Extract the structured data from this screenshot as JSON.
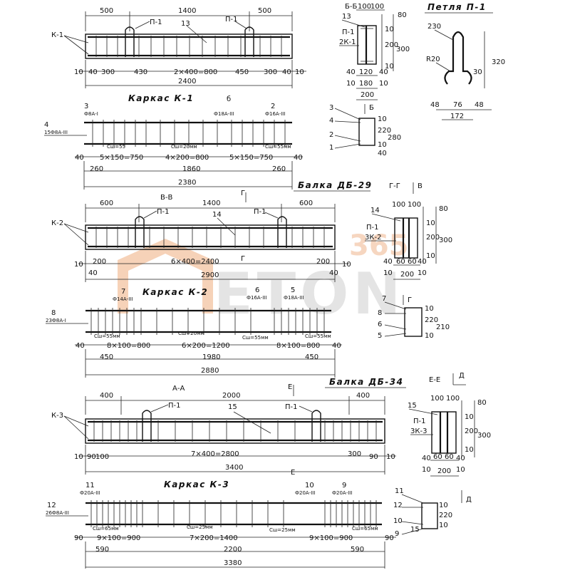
{
  "watermark": {
    "text": "ETON",
    "number": "365",
    "color": "#f2c4a4"
  },
  "titles": {
    "beam_db29": "Балка ДБ-29",
    "beam_db34": "Балка ДБ-34",
    "loop_p1": "Петля П-1",
    "frame_k1": "Каркас К-1",
    "frame_k2": "Каркас К-2",
    "frame_k3": "Каркас К-3"
  },
  "beam1": {
    "top_dims": [
      "500",
      "1400",
      "500"
    ],
    "callouts": [
      "П-1",
      "13",
      "П-1"
    ],
    "side_label": "К-1",
    "bottom_dims": [
      "10",
      "40",
      "300",
      "430",
      "2×400=800",
      "450",
      "300",
      "40",
      "10"
    ],
    "total": "2400"
  },
  "frame1": {
    "pos_labels": [
      "3",
      "б",
      "2"
    ],
    "bars": [
      "Ф8А-I",
      "Ф18А-III",
      "Ф16А-III"
    ],
    "left_labels": [
      "4",
      "15Ф8А-III"
    ],
    "cover_notes": [
      "Сш=55",
      "Сш=20мм",
      "Сш=55мм"
    ],
    "spacing": [
      "40",
      "5×150=750",
      "4×200=800",
      "5×150=750",
      "40"
    ],
    "segments": [
      "260",
      "1860",
      "260"
    ],
    "total": "2380"
  },
  "beam2": {
    "section_mark": "В-В",
    "section_flag": "Г",
    "top_dims": [
      "600",
      "1400",
      "600"
    ],
    "callouts": [
      "П-1",
      "14",
      "П-1"
    ],
    "side_label": "К-2",
    "bottom_dims": [
      "10",
      "40",
      "200",
      "6×400=2400",
      "200",
      "40",
      "10"
    ],
    "total": "2900"
  },
  "frame2": {
    "pos_labels": [
      "7",
      "6",
      "5"
    ],
    "bars": [
      "Ф14А-III",
      "Ф16А-III",
      "Ф18А-III"
    ],
    "left_labels": [
      "8",
      "23Ф8А-I"
    ],
    "cover_notes": [
      "Сш=55мм",
      "Сш=20мм",
      "Сш=55мм",
      "Сш=55мм"
    ],
    "spacing": [
      "40",
      "8×100=800",
      "6×200=1200",
      "8×100=800",
      "40"
    ],
    "segments": [
      "450",
      "1980",
      "450"
    ],
    "total": "2880"
  },
  "beam3": {
    "section_mark": "А-А",
    "section_flag": "Е",
    "top_dims": [
      "400",
      "2000",
      "400"
    ],
    "callouts": [
      "П-1",
      "15",
      "П-1"
    ],
    "side_label": "К-3",
    "bottom_dims": [
      "10",
      "90",
      "100",
      "7×400=2800",
      "300",
      "90",
      "10"
    ],
    "total": "3400"
  },
  "frame3": {
    "pos_labels": [
      "11",
      "10",
      "9"
    ],
    "bars": [
      "Ф20А-III",
      "Ф20А-III",
      "Ф20А-III"
    ],
    "left_labels": [
      "12",
      "26Ф8А-III"
    ],
    "cover_notes": [
      "Сш=65мм",
      "Сш=25мм",
      "Сш=25мм",
      "Сш=65мм"
    ],
    "spacing": [
      "90",
      "9×100=900",
      "7×200=1400",
      "9×100=900",
      "90"
    ],
    "segments": [
      "590",
      "2200",
      "590"
    ],
    "total": "3380"
  },
  "section_bb": {
    "mark": "Б-Б",
    "labels": [
      "13",
      "П-1",
      "2К-1"
    ],
    "dims_top": [
      "100",
      "100"
    ],
    "dims_side": [
      "80",
      "10",
      "200",
      "300",
      "10"
    ],
    "dims_left": [
      "40",
      "10"
    ],
    "dims_bottom": [
      "120",
      "180",
      "200",
      "10",
      "40"
    ]
  },
  "section_bb_frame": {
    "mark": "Б",
    "labels": [
      "3",
      "4",
      "2",
      "1"
    ],
    "dims": [
      "10",
      "220",
      "280",
      "10",
      "40"
    ]
  },
  "loop": {
    "dims": [
      "230",
      "R20",
      "320",
      "30",
      "48",
      "76",
      "48",
      "172"
    ]
  },
  "section_gg": {
    "mark": "Г-Г",
    "flag": "В",
    "labels": [
      "14",
      "П-1",
      "3К-2"
    ],
    "dims_top": [
      "100",
      "100"
    ],
    "dims_side": [
      "80",
      "10",
      "200",
      "300",
      "10"
    ],
    "dims_left": [
      "40",
      "10"
    ],
    "dims_bottom": [
      "60",
      "60",
      "200",
      "10",
      "40"
    ]
  },
  "section_gg_frame": {
    "mark": "Г",
    "labels": [
      "7",
      "8",
      "6",
      "5"
    ],
    "dims": [
      "10",
      "220",
      "210",
      "10"
    ]
  },
  "section_ee": {
    "mark": "Е-Е",
    "flag": "Д",
    "labels": [
      "15",
      "П-1",
      "3К-3"
    ],
    "dims_top": [
      "100",
      "100"
    ],
    "dims_side": [
      "80",
      "10",
      "200",
      "300",
      "10"
    ],
    "dims_left": [
      "40",
      "10"
    ],
    "dims_bottom": [
      "60",
      "60",
      "200",
      "10",
      "40"
    ]
  },
  "section_ee_frame": {
    "mark": "Д",
    "labels": [
      "11",
      "12",
      "10",
      "9"
    ],
    "dims": [
      "10",
      "220",
      "10",
      "15"
    ]
  }
}
